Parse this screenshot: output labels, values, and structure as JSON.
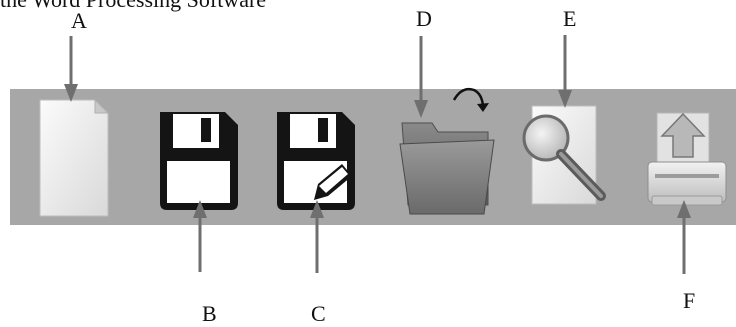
{
  "caption": "the Word Processing Software",
  "labels": {
    "a": "A",
    "b": "B",
    "c": "C",
    "d": "D",
    "e": "E",
    "f": "F"
  },
  "toolbar": {
    "buttons": [
      {
        "id": "a",
        "icon": "new-document-icon"
      },
      {
        "id": "b",
        "icon": "save-icon"
      },
      {
        "id": "c",
        "icon": "save-as-icon"
      },
      {
        "id": "d",
        "icon": "open-folder-icon"
      },
      {
        "id": "e",
        "icon": "print-preview-icon"
      },
      {
        "id": "f",
        "icon": "print-icon"
      }
    ]
  },
  "colors": {
    "toolbar_background": "#a7a7a7",
    "arrow": "#6f6f6f",
    "floppy": "#141414"
  }
}
